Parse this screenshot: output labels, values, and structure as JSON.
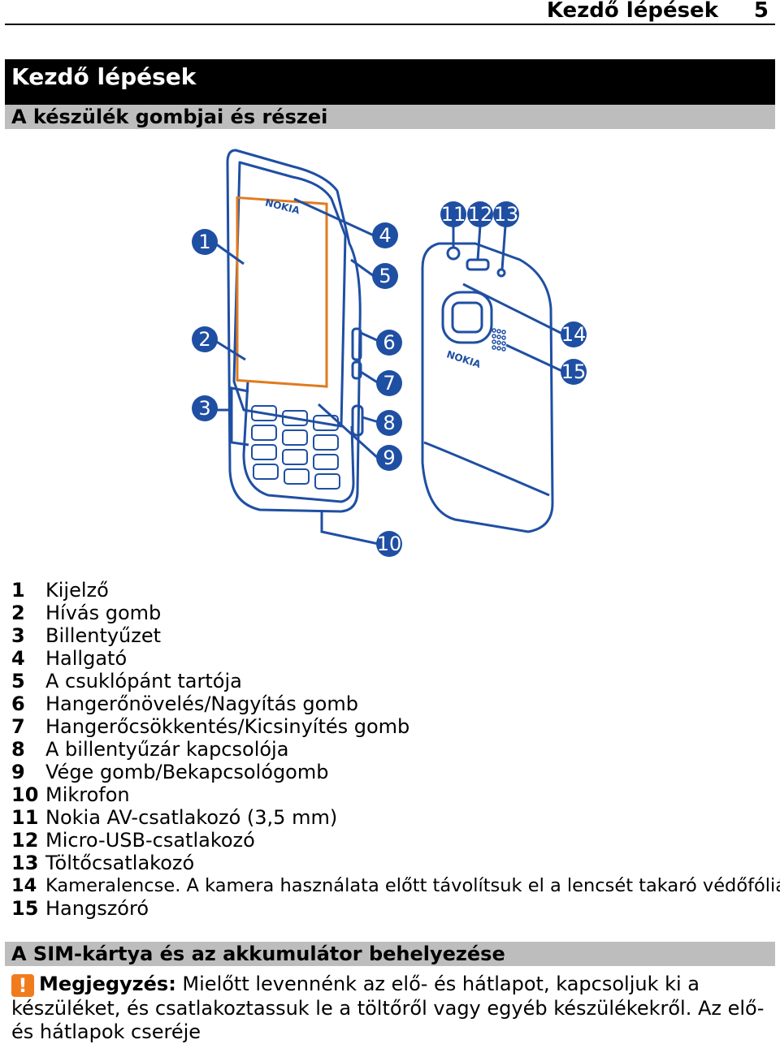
{
  "header": {
    "title": "Kezdő lépések",
    "page_number": "5"
  },
  "chapter": {
    "title": "Kezdő lépések"
  },
  "section1": {
    "title": "A készülék gombjai és részei"
  },
  "illustration": {
    "brand_front": "NOKIA",
    "brand_back": "NOKIA",
    "callouts": [
      "1",
      "2",
      "3",
      "4",
      "5",
      "6",
      "7",
      "8",
      "9",
      "10",
      "11",
      "12",
      "13",
      "14",
      "15"
    ],
    "accent_color": "#1f4fa3",
    "screen_color": "#e07b1f"
  },
  "legend": [
    {
      "num": "1",
      "text": "Kijelző"
    },
    {
      "num": "2",
      "text": "Hívás gomb"
    },
    {
      "num": "3",
      "text": "Billentyűzet"
    },
    {
      "num": "4",
      "text": "Hallgató"
    },
    {
      "num": "5",
      "text": "A csuklópánt tartója"
    },
    {
      "num": "6",
      "text": "Hangerőnövelés/Nagyítás gomb"
    },
    {
      "num": "7",
      "text": "Hangerőcsökkentés/Kicsinyítés gomb"
    },
    {
      "num": "8",
      "text": "A billentyűzár kapcsolója"
    },
    {
      "num": "9",
      "text": "Vége gomb/Bekapcsológomb"
    },
    {
      "num": "10",
      "text": "Mikrofon"
    },
    {
      "num": "11",
      "text": "Nokia AV-csatlakozó (3,5 mm)"
    },
    {
      "num": "12",
      "text": "Micro-USB-csatlakozó"
    },
    {
      "num": "13",
      "text": "Töltőcsatlakozó"
    },
    {
      "num": "14",
      "text": "Kameralencse. A kamera használata előtt távolítsuk el a lencsét takaró védőfóliát."
    },
    {
      "num": "15",
      "text": "Hangszóró"
    }
  ],
  "section2": {
    "title": "A SIM-kártya és az akkumulátor behelyezése"
  },
  "note": {
    "icon": "warning-icon",
    "label": "Megjegyzés:",
    "text": " Mielőtt levennénk az elő- és hátlapot, kapcsoljuk ki a készüléket, és csatlakoztassuk le a töltőről vagy egyéb készülékekről. Az elő- és hátlapok cseréje"
  }
}
